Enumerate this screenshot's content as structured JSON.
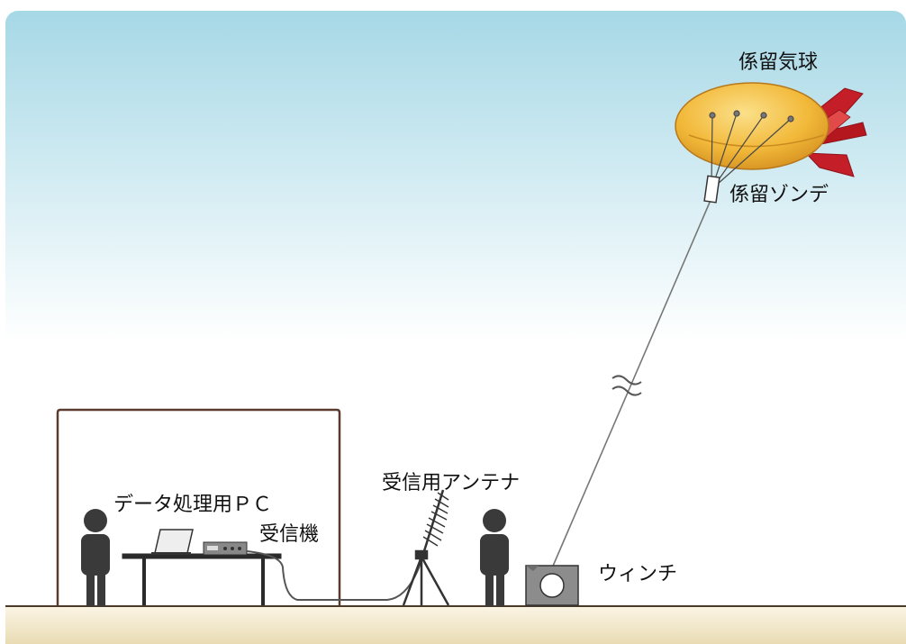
{
  "labels": {
    "balloon": "係留気球",
    "sonde": "係留ゾンデ",
    "antenna": "受信用アンテナ",
    "pc": "データ処理用ＰＣ",
    "receiver": "受信機",
    "winch": "ウィンチ"
  },
  "colors": {
    "sky_top": "#a6d8e6",
    "sky_bottom": "#ffffff",
    "ground": "#efe3c0",
    "balloon_body": "#f2b93a",
    "balloon_fin": "#c41e28",
    "person": "#3a3a3a",
    "winch": "#8c8c8c"
  }
}
